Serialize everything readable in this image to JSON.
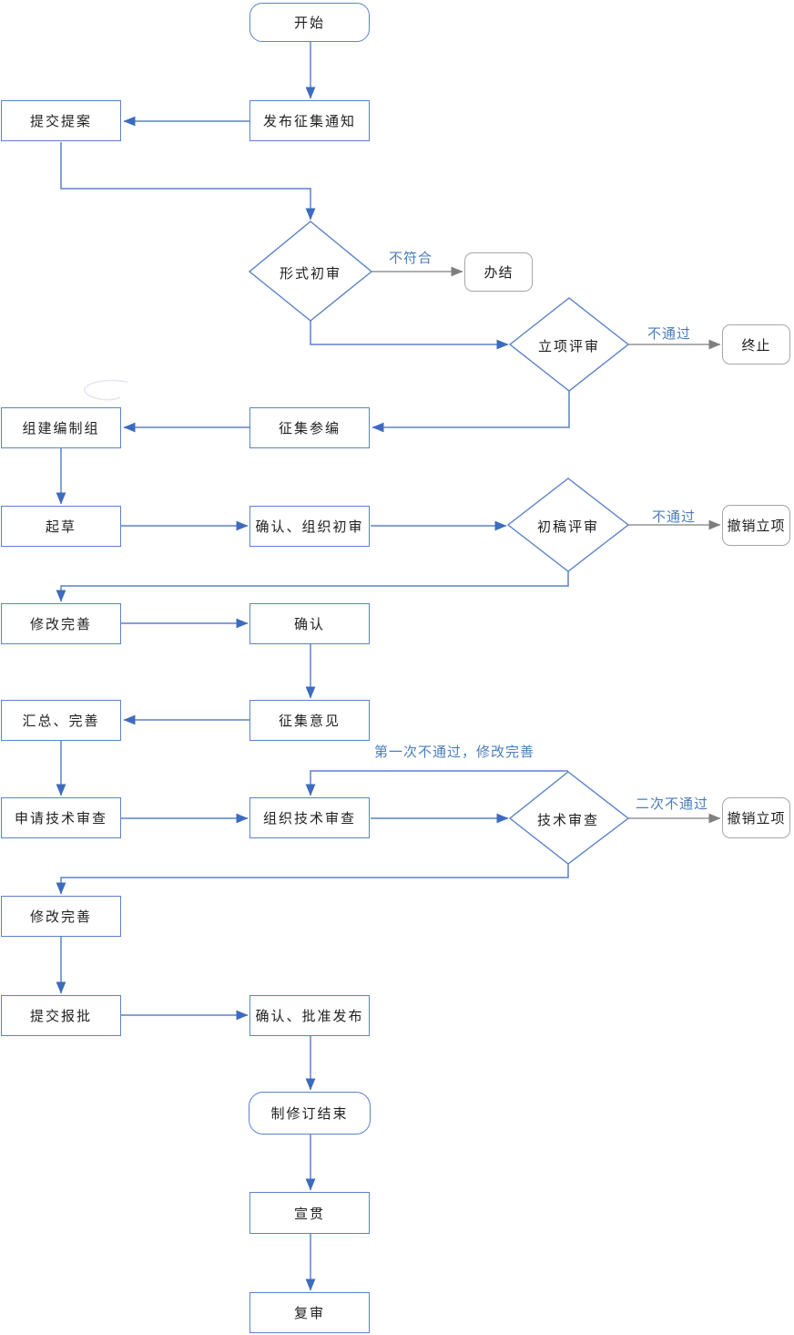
{
  "nodes": {
    "start": {
      "label": "开始",
      "shape": "rounded"
    },
    "publish_notice": {
      "label": "发布征集通知",
      "shape": "process"
    },
    "submit_proposal": {
      "label": "提交提案",
      "shape": "process"
    },
    "formal_review": {
      "label": "形式初审",
      "shape": "decision"
    },
    "close_case": {
      "label": "办结",
      "shape": "rounded-gray"
    },
    "project_review": {
      "label": "立项评审",
      "shape": "decision"
    },
    "terminate": {
      "label": "终止",
      "shape": "rounded-gray"
    },
    "recruit_participants": {
      "label": "征集参编",
      "shape": "process"
    },
    "form_drafting_group": {
      "label": "组建编制组",
      "shape": "process"
    },
    "draft": {
      "label": "起草",
      "shape": "process"
    },
    "confirm_initial_review": {
      "label": "确认、组织初审",
      "shape": "process"
    },
    "draft_review": {
      "label": "初稿评审",
      "shape": "decision"
    },
    "revoke_project_1": {
      "label": "撤销立项",
      "shape": "rounded-gray"
    },
    "revise_improve_1": {
      "label": "修改完善",
      "shape": "process"
    },
    "confirm": {
      "label": "确认",
      "shape": "process"
    },
    "solicit_opinions": {
      "label": "征集意见",
      "shape": "process"
    },
    "summarize_improve": {
      "label": "汇总、完善",
      "shape": "process"
    },
    "apply_tech_review": {
      "label": "申请技术审查",
      "shape": "process"
    },
    "organize_tech_review": {
      "label": "组织技术审查",
      "shape": "process"
    },
    "tech_review": {
      "label": "技术审查",
      "shape": "decision"
    },
    "revoke_project_2": {
      "label": "撤销立项",
      "shape": "rounded-gray"
    },
    "revise_improve_2": {
      "label": "修改完善",
      "shape": "process"
    },
    "submit_approval": {
      "label": "提交报批",
      "shape": "process"
    },
    "confirm_approve_publish": {
      "label": "确认、批准发布",
      "shape": "process"
    },
    "revision_end": {
      "label": "制修订结束",
      "shape": "rounded"
    },
    "promote": {
      "label": "宣贯",
      "shape": "process"
    },
    "final_review": {
      "label": "复审",
      "shape": "process"
    }
  },
  "edge_labels": {
    "formal_review_fail": "不符合",
    "project_review_fail": "不通过",
    "draft_review_fail": "不通过",
    "tech_review_first_fail": "第一次不通过，修改完善",
    "tech_review_second_fail": "二次不通过"
  },
  "colors": {
    "shape_border_blue": "#5B82C8",
    "connector_blue": "#5B82C8",
    "arrowhead_blue": "#3D6BBF",
    "shape_border_gray": "#A6A6A6",
    "connector_gray": "#7F7F7F",
    "edge_label_blue": "#4A7EBB",
    "node_text": "#1F1F1F",
    "background": "#FFFFFF"
  }
}
